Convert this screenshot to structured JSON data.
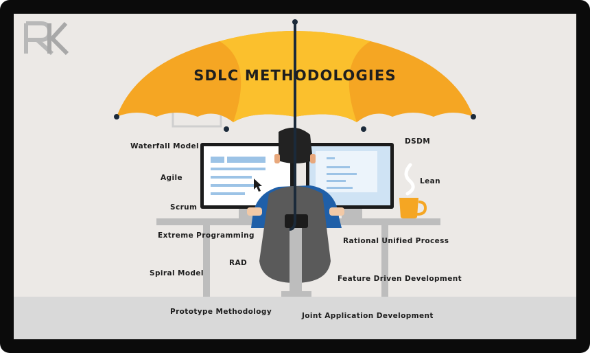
{
  "title": "SDLC METHODOLOGIES",
  "logo": "RK",
  "methodologies": {
    "waterfall": "Waterfall Model",
    "agile": "Agile",
    "scrum": "Scrum",
    "extreme": "Extreme Programming",
    "spiral": "Spiral Model",
    "rad": "RAD",
    "prototype": "Prototype Methodology",
    "dsdm": "DSDM",
    "lean": "Lean",
    "rup": "Rational Unified Process",
    "fdd": "Feature Driven Development",
    "jad": "Joint Application Development"
  },
  "colors": {
    "umbrella_light": "#fbc02d",
    "umbrella_dark": "#f5a623",
    "shirt": "#1f5fa8",
    "vest": "#5a5a5a",
    "mug": "#f5a623",
    "background": "#ece9e6",
    "frame": "#0b0b0b"
  },
  "icons": [
    "umbrella-icon",
    "monitor-icon",
    "mouse-cursor-icon",
    "coffee-mug-icon",
    "steam-icon"
  ]
}
